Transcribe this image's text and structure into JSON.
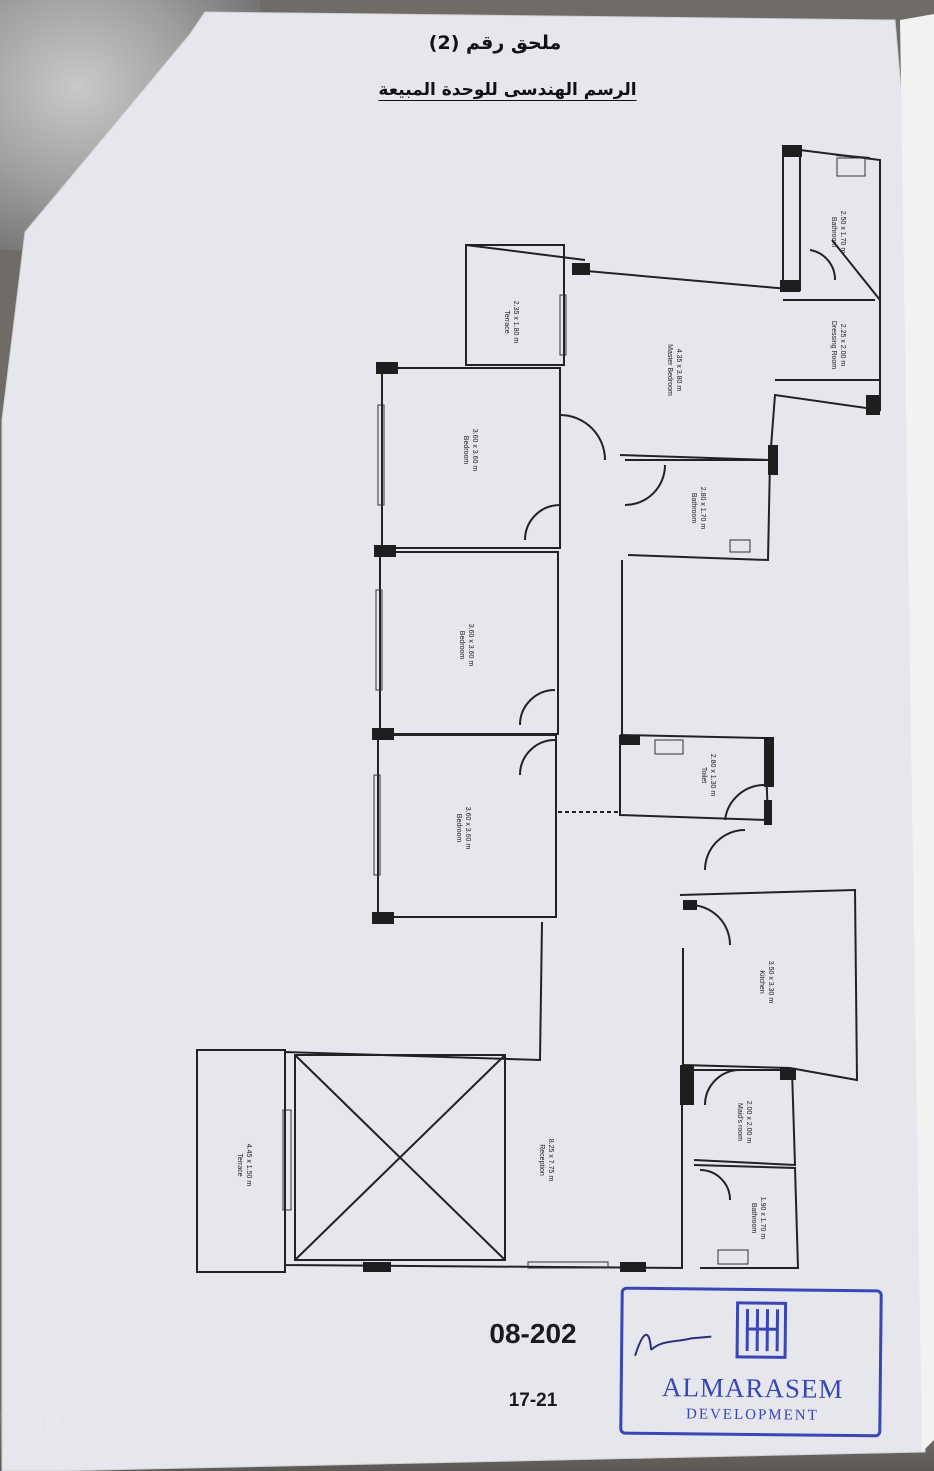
{
  "document": {
    "annex_title": "ملحق رقم (2)",
    "plan_title": "الرسم الهندسى للوحدة المبيعة",
    "unit_number": "08-202",
    "page_number": "17-21"
  },
  "rooms": {
    "terrace_top": {
      "name": "Terrace",
      "size": "2.35 x 1.80 m"
    },
    "master_bedroom": {
      "name": "Master Bedroom",
      "size": "4.35 x 3.80 m"
    },
    "bathroom_master": {
      "name": "Bathroom",
      "size": "2.50 x 1.70 m"
    },
    "dressing_room": {
      "name": "Dressing Room",
      "size": "2.25 x 2.00 m"
    },
    "bedroom_1": {
      "name": "Bedroom",
      "size": "3.60 x 3.60 m"
    },
    "bathroom_mid": {
      "name": "Bathroom",
      "size": "2.80 x 1.70 m"
    },
    "bedroom_2": {
      "name": "Bedroom",
      "size": "3.60 x 3.60 m"
    },
    "toilet": {
      "name": "Toilet",
      "size": "2.80 x 1.30 m"
    },
    "bedroom_3": {
      "name": "Bedroom",
      "size": "3.60 x 3.60 m"
    },
    "kitchen": {
      "name": "Kitchen",
      "size": "3.50 x 3.30 m"
    },
    "terrace_bottom": {
      "name": "Terrace",
      "size": "4.45 x 1.50 m"
    },
    "reception": {
      "name": "Reception",
      "size": "8.25 x 7.75 m"
    },
    "maids_room": {
      "name": "Maid's room",
      "size": "2.00 x 2.00 m"
    },
    "bathroom_maid": {
      "name": "Bathroom",
      "size": "1.90 x 1.70 m"
    }
  },
  "stamp": {
    "name": "ALMARASEM",
    "subtitle": "DEVELOPMENT",
    "color": "#3846b8"
  },
  "icons": [
    "sparkle-icon",
    "company-logo-icon",
    "signature-icon"
  ]
}
